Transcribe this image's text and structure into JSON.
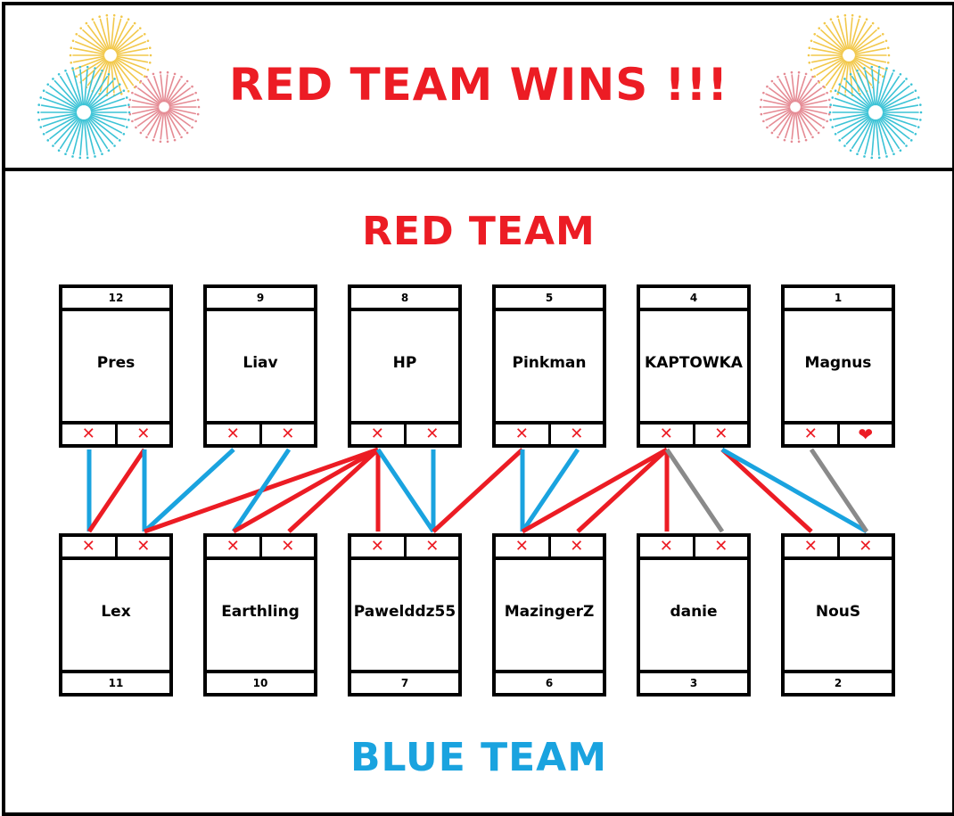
{
  "banner": {
    "title": "RED TEAM WINS !!!"
  },
  "red_team": {
    "label": "RED TEAM",
    "players": [
      {
        "id": "pres",
        "seed": "12",
        "name": "Pres",
        "lives": [
          "lost",
          "lost"
        ]
      },
      {
        "id": "liav",
        "seed": "9",
        "name": "Liav",
        "lives": [
          "lost",
          "lost"
        ]
      },
      {
        "id": "hp",
        "seed": "8",
        "name": "HP",
        "lives": [
          "lost",
          "lost"
        ]
      },
      {
        "id": "pinkman",
        "seed": "5",
        "name": "Pinkman",
        "lives": [
          "lost",
          "lost"
        ]
      },
      {
        "id": "kaptowka",
        "seed": "4",
        "name": "KAPTOWKA",
        "lives": [
          "lost",
          "lost"
        ]
      },
      {
        "id": "magnus",
        "seed": "1",
        "name": "Magnus",
        "lives": [
          "lost",
          "alive"
        ]
      }
    ]
  },
  "blue_team": {
    "label": "BLUE TEAM",
    "players": [
      {
        "id": "lex",
        "seed": "11",
        "name": "Lex",
        "lives": [
          "lost",
          "lost"
        ]
      },
      {
        "id": "earthling",
        "seed": "10",
        "name": "Earthling",
        "lives": [
          "lost",
          "lost"
        ]
      },
      {
        "id": "pawelddz55",
        "seed": "7",
        "name": "Pawelddz55",
        "lives": [
          "lost",
          "lost"
        ]
      },
      {
        "id": "mazingerz",
        "seed": "6",
        "name": "MazingerZ",
        "lives": [
          "lost",
          "lost"
        ]
      },
      {
        "id": "danie",
        "seed": "3",
        "name": "danie",
        "lives": [
          "lost",
          "lost"
        ]
      },
      {
        "id": "nous",
        "seed": "2",
        "name": "NouS",
        "lives": [
          "lost",
          "lost"
        ]
      }
    ]
  },
  "matches": [
    {
      "red": 0,
      "red_slot": 0,
      "blue": 0,
      "blue_slot": 0,
      "winner": "blue"
    },
    {
      "red": 0,
      "red_slot": 1,
      "blue": 0,
      "blue_slot": 0,
      "winner": "red"
    },
    {
      "red": 0,
      "red_slot": 1,
      "blue": 0,
      "blue_slot": 1,
      "winner": "blue"
    },
    {
      "red": 1,
      "red_slot": 0,
      "blue": 0,
      "blue_slot": 1,
      "winner": "blue"
    },
    {
      "red": 2,
      "red_slot": 0,
      "blue": 0,
      "blue_slot": 1,
      "winner": "red"
    },
    {
      "red": 1,
      "red_slot": 1,
      "blue": 1,
      "blue_slot": 0,
      "winner": "blue"
    },
    {
      "red": 2,
      "red_slot": 0,
      "blue": 1,
      "blue_slot": 0,
      "winner": "red"
    },
    {
      "red": 2,
      "red_slot": 0,
      "blue": 1,
      "blue_slot": 1,
      "winner": "red"
    },
    {
      "red": 2,
      "red_slot": 0,
      "blue": 2,
      "blue_slot": 0,
      "winner": "red"
    },
    {
      "red": 2,
      "red_slot": 0,
      "blue": 2,
      "blue_slot": 1,
      "winner": "blue"
    },
    {
      "red": 2,
      "red_slot": 1,
      "blue": 2,
      "blue_slot": 1,
      "winner": "blue"
    },
    {
      "red": 3,
      "red_slot": 0,
      "blue": 2,
      "blue_slot": 1,
      "winner": "red"
    },
    {
      "red": 3,
      "red_slot": 0,
      "blue": 3,
      "blue_slot": 0,
      "winner": "blue"
    },
    {
      "red": 3,
      "red_slot": 1,
      "blue": 3,
      "blue_slot": 0,
      "winner": "blue"
    },
    {
      "red": 4,
      "red_slot": 0,
      "blue": 3,
      "blue_slot": 0,
      "winner": "red"
    },
    {
      "red": 4,
      "red_slot": 0,
      "blue": 3,
      "blue_slot": 1,
      "winner": "red"
    },
    {
      "red": 4,
      "red_slot": 0,
      "blue": 4,
      "blue_slot": 0,
      "winner": "red"
    },
    {
      "red": 4,
      "red_slot": 0,
      "blue": 4,
      "blue_slot": 1,
      "winner": "none"
    },
    {
      "red": 4,
      "red_slot": 1,
      "blue": 5,
      "blue_slot": 0,
      "winner": "red"
    },
    {
      "red": 4,
      "red_slot": 1,
      "blue": 5,
      "blue_slot": 1,
      "winner": "blue"
    },
    {
      "red": 5,
      "red_slot": 0,
      "blue": 5,
      "blue_slot": 1,
      "winner": "none"
    }
  ],
  "colors": {
    "red": "#ec1c24",
    "blue": "#1aa3df",
    "none": "#8a8a8a",
    "firework_gold": "#f2c84b",
    "firework_cyan": "#3cc3d6",
    "firework_pink": "#e58b94"
  }
}
